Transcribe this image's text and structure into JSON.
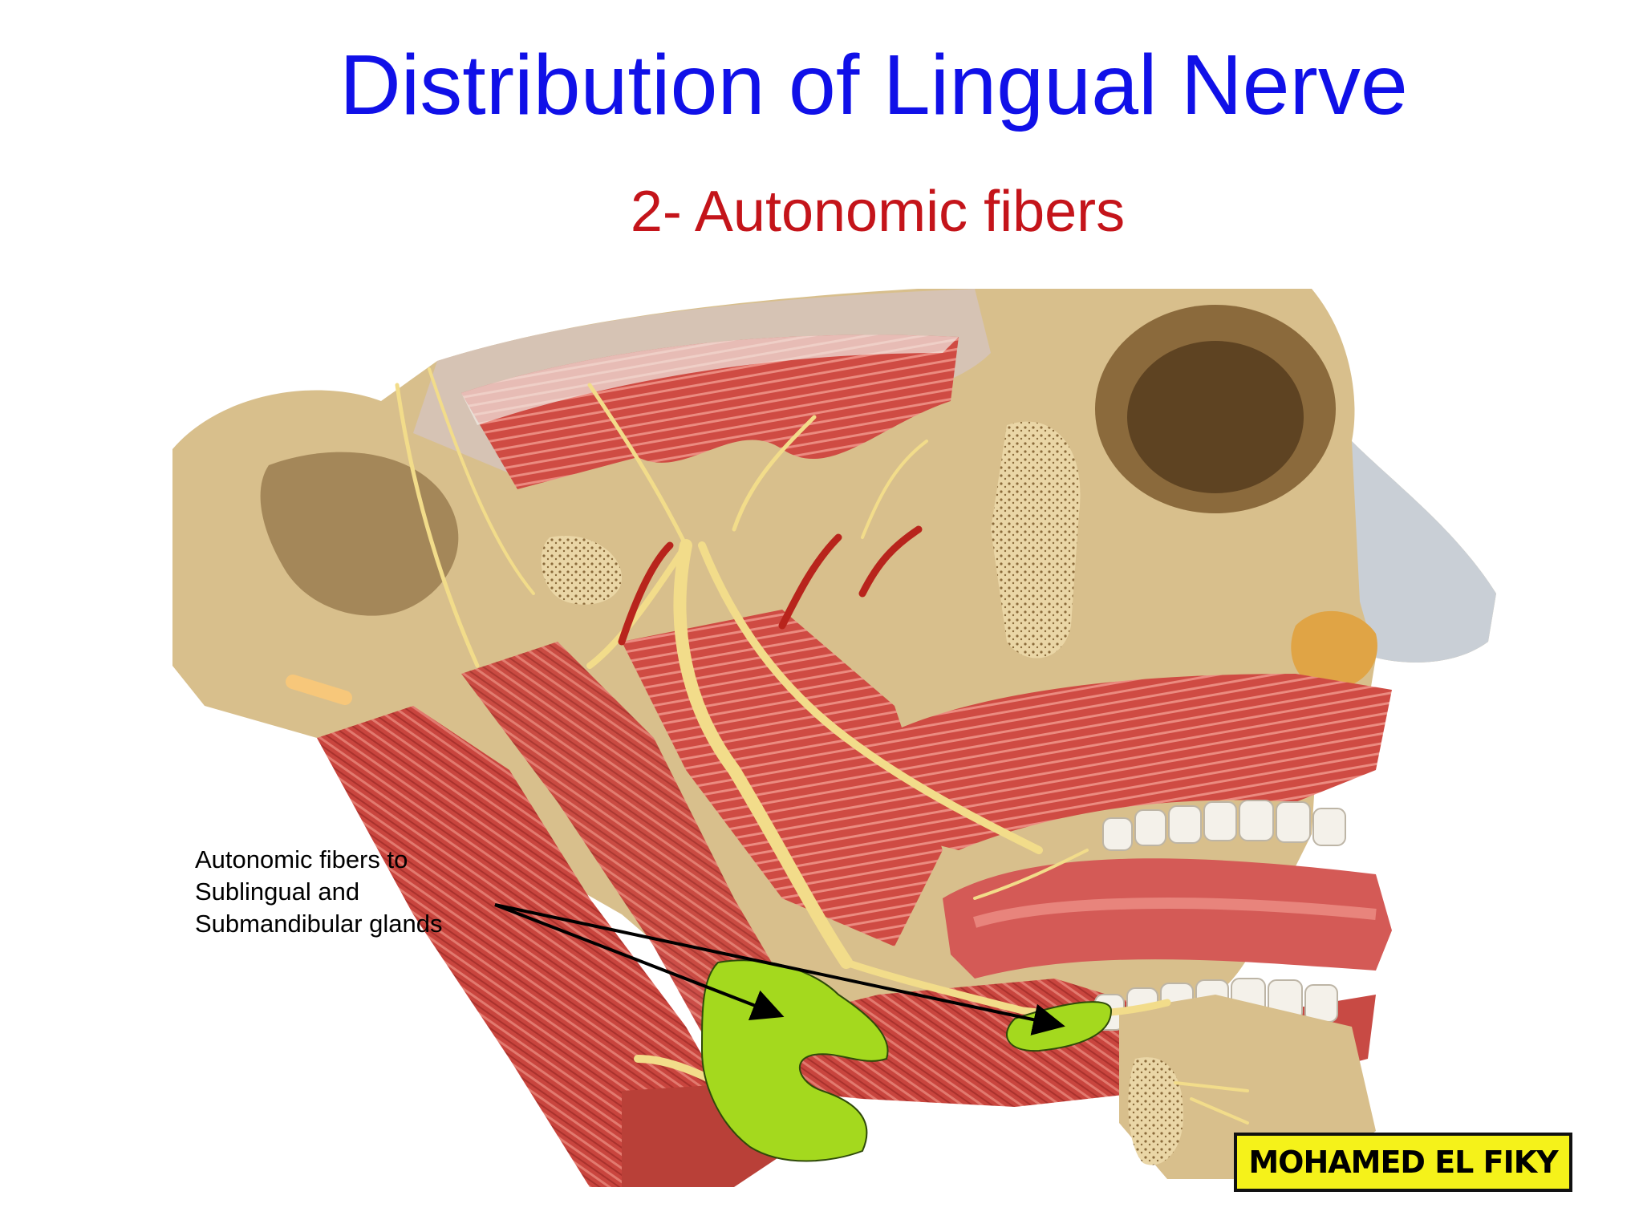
{
  "slide": {
    "title": "Distribution of  Lingual Nerve",
    "subtitle": "2- Autonomic fibers",
    "callout": "Autonomic fibers to\nSublingual and\nSubmandibular glands",
    "author_badge": "MOHAMED EL FIKY"
  },
  "colors": {
    "title": "#1010e8",
    "subtitle": "#c4141a",
    "gland_highlight": "#a4d91e",
    "badge_fill": "#f5f21a"
  }
}
